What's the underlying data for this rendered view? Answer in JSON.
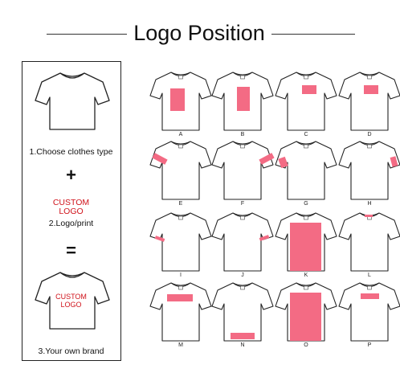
{
  "title": "Logo Position",
  "steps": {
    "step1": "1.Choose clothes type",
    "plus": "+",
    "custom_logo_line1": "CUSTOM",
    "custom_logo_line2": "LOGO",
    "step2": "2.Logo/print",
    "equals": "=",
    "shirt_logo_line1": "CUSTOM",
    "shirt_logo_line2": "LOGO",
    "step3": "3.Your own brand"
  },
  "colors": {
    "logo_area": "#f36b84",
    "custom_text": "#d0131b"
  },
  "positions": [
    {
      "label": "A",
      "area": "front-left-chest-large"
    },
    {
      "label": "B",
      "area": "front-center-large"
    },
    {
      "label": "C",
      "area": "upper-right-chest"
    },
    {
      "label": "D",
      "area": "upper-chest"
    },
    {
      "label": "E",
      "area": "right-sleeve"
    },
    {
      "label": "F",
      "area": "left-sleeve"
    },
    {
      "label": "G",
      "area": "left-sleeve-small"
    },
    {
      "label": "H",
      "area": "left-sleeve-vertical"
    },
    {
      "label": "I",
      "area": "back-right-sleeve"
    },
    {
      "label": "J",
      "area": "back-left-sleeve"
    },
    {
      "label": "K",
      "area": "full-back"
    },
    {
      "label": "L",
      "area": "back-collar"
    },
    {
      "label": "M",
      "area": "back-upper"
    },
    {
      "label": "N",
      "area": "back-lower"
    },
    {
      "label": "O",
      "area": "back-full-large"
    },
    {
      "label": "P",
      "area": "back-upper-small"
    }
  ]
}
